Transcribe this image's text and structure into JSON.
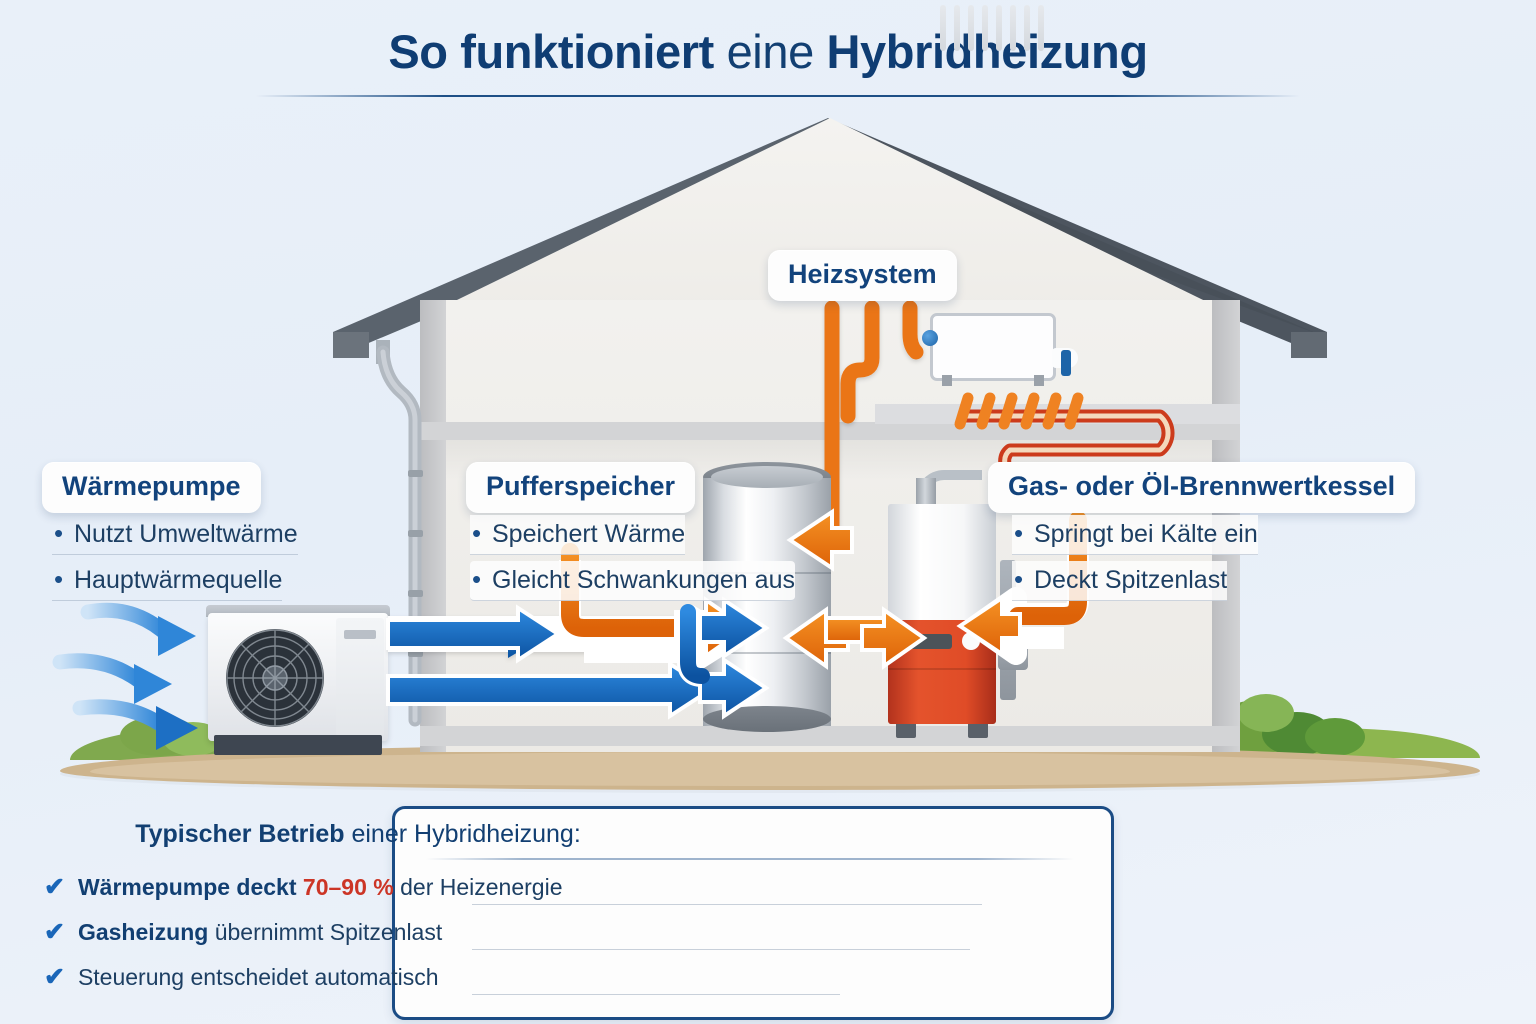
{
  "title": {
    "prefix": "So funktioniert",
    "mid": " eine ",
    "suffix": "Hybridheizung",
    "accent_color": "#0f3d73"
  },
  "callouts": {
    "heatpump": {
      "label": "Wärmepumpe",
      "bullets": [
        "Nutzt Umweltwärme",
        "Hauptwärmequelle"
      ]
    },
    "buffer": {
      "label": "Pufferspeicher",
      "bullets": [
        "Speichert Wärme",
        "Gleicht Schwankungen aus"
      ]
    },
    "boiler": {
      "label": "Gas- oder Öl-Brennwertkessel",
      "bullets": [
        "Springt bei Kälte ein",
        "Deckt Spitzenlast"
      ]
    },
    "heating_system": {
      "label": "Heizsystem"
    }
  },
  "panel": {
    "title_bold": "Typischer Betrieb",
    "title_rest": " einer Hybridheizung:",
    "check_glyph": "✔",
    "items": [
      {
        "bold": "Wärmepumpe deckt ",
        "highlight": "70–90 %",
        "rest": " der Heizenergie"
      },
      {
        "bold": "Gasheizung",
        "highlight": "",
        "rest": " übernimmt Spitzenlast"
      },
      {
        "bold": "",
        "highlight": "",
        "rest": "Steuerung entscheidet automatisch"
      }
    ]
  },
  "colors": {
    "background": "#e9f0f9",
    "navy": "#123f72",
    "blue_arrow": "#1b6ec2",
    "orange_arrow": "#e8761c",
    "red_accent": "#cc3526",
    "boiler_red": "#e04c27",
    "roof_grey": "#4d555f",
    "wall": "#f0eeeb",
    "ground": "#cdb48d",
    "grass": "#7aa444"
  },
  "equipment": {
    "heat_pump": "air-source-heat-pump-outdoor-unit",
    "buffer_tank": "buffer-storage-cylinder",
    "boiler": "condensing-boiler",
    "radiator": "wall-radiator",
    "underfloor": "underfloor-heating-loop"
  }
}
